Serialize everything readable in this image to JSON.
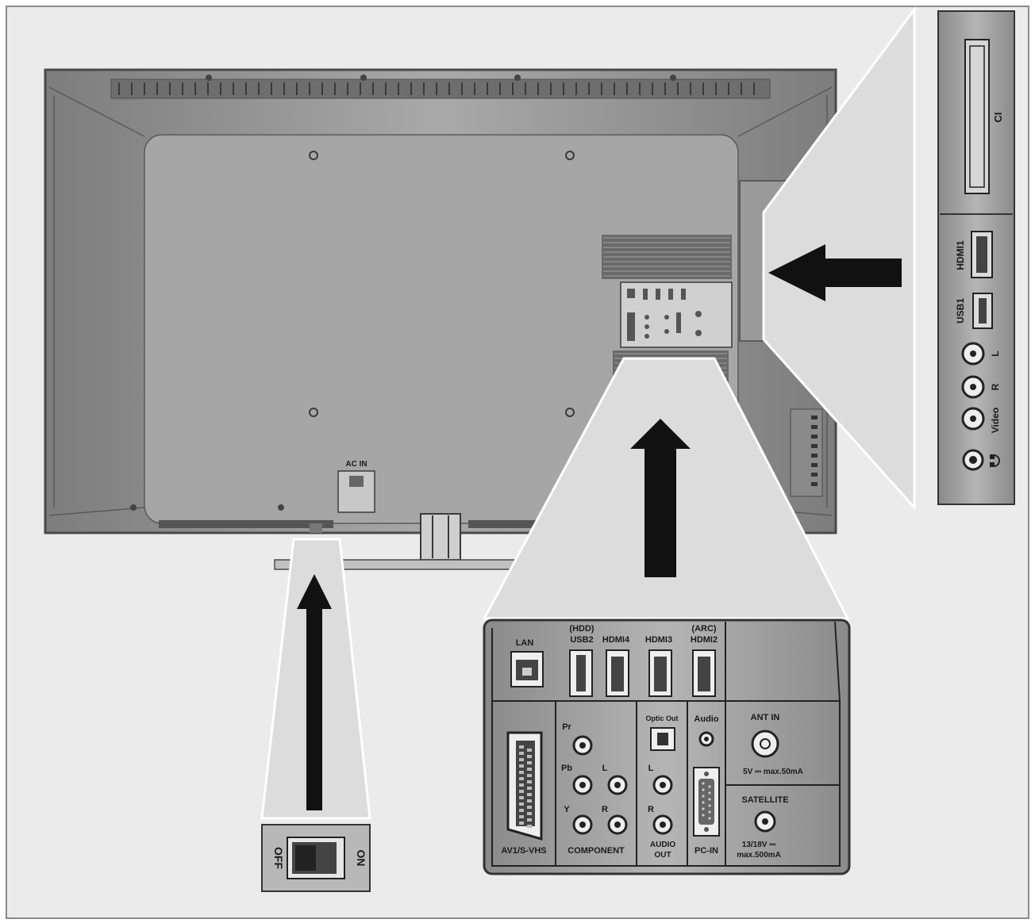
{
  "tv_back": {
    "ac_in_label": "AC IN"
  },
  "power_switch": {
    "off_label": "OFF",
    "on_label": "ON"
  },
  "side_panel": {
    "ci_label": "CI",
    "hdmi1_label": "HDMI1",
    "usb1_label": "USB1",
    "audio_l_label": "L",
    "audio_r_label": "R",
    "video_label": "Video",
    "headphone_icon": "headphone-icon"
  },
  "rear_panel": {
    "lan_label": "LAN",
    "usb2_top_label": "(HDD)",
    "usb2_label": "USB2",
    "hdmi4_label": "HDMI4",
    "hdmi3_label": "HDMI3",
    "hdmi2_top_label": "(ARC)",
    "hdmi2_label": "HDMI2",
    "pr_label": "Pr",
    "pb_label": "Pb",
    "y_label": "Y",
    "comp_l_label": "L",
    "comp_r_label": "R",
    "component_label": "COMPONENT",
    "scart_label": "AV1/S-VHS",
    "optic_label": "Optic Out",
    "audio_out_l_label": "L",
    "audio_out_r_label": "R",
    "audio_out_label": "AUDIO\nOUT",
    "audio_out_line1": "AUDIO",
    "audio_out_line2": "OUT",
    "audio_label": "Audio",
    "pcin_label": "PC-IN",
    "ant_in_label": "ANT IN",
    "ant_power_label": "5V ⎓ max.50mA",
    "satellite_label": "SATELLITE",
    "sat_power_line1": "13/18V ⎓",
    "sat_power_line2": "max.500mA"
  },
  "colors": {
    "tv_body": "#8f8f8f",
    "panel_grey": "#b8b8b8",
    "outline": "#3a3a3a",
    "arrow": "#111111"
  }
}
